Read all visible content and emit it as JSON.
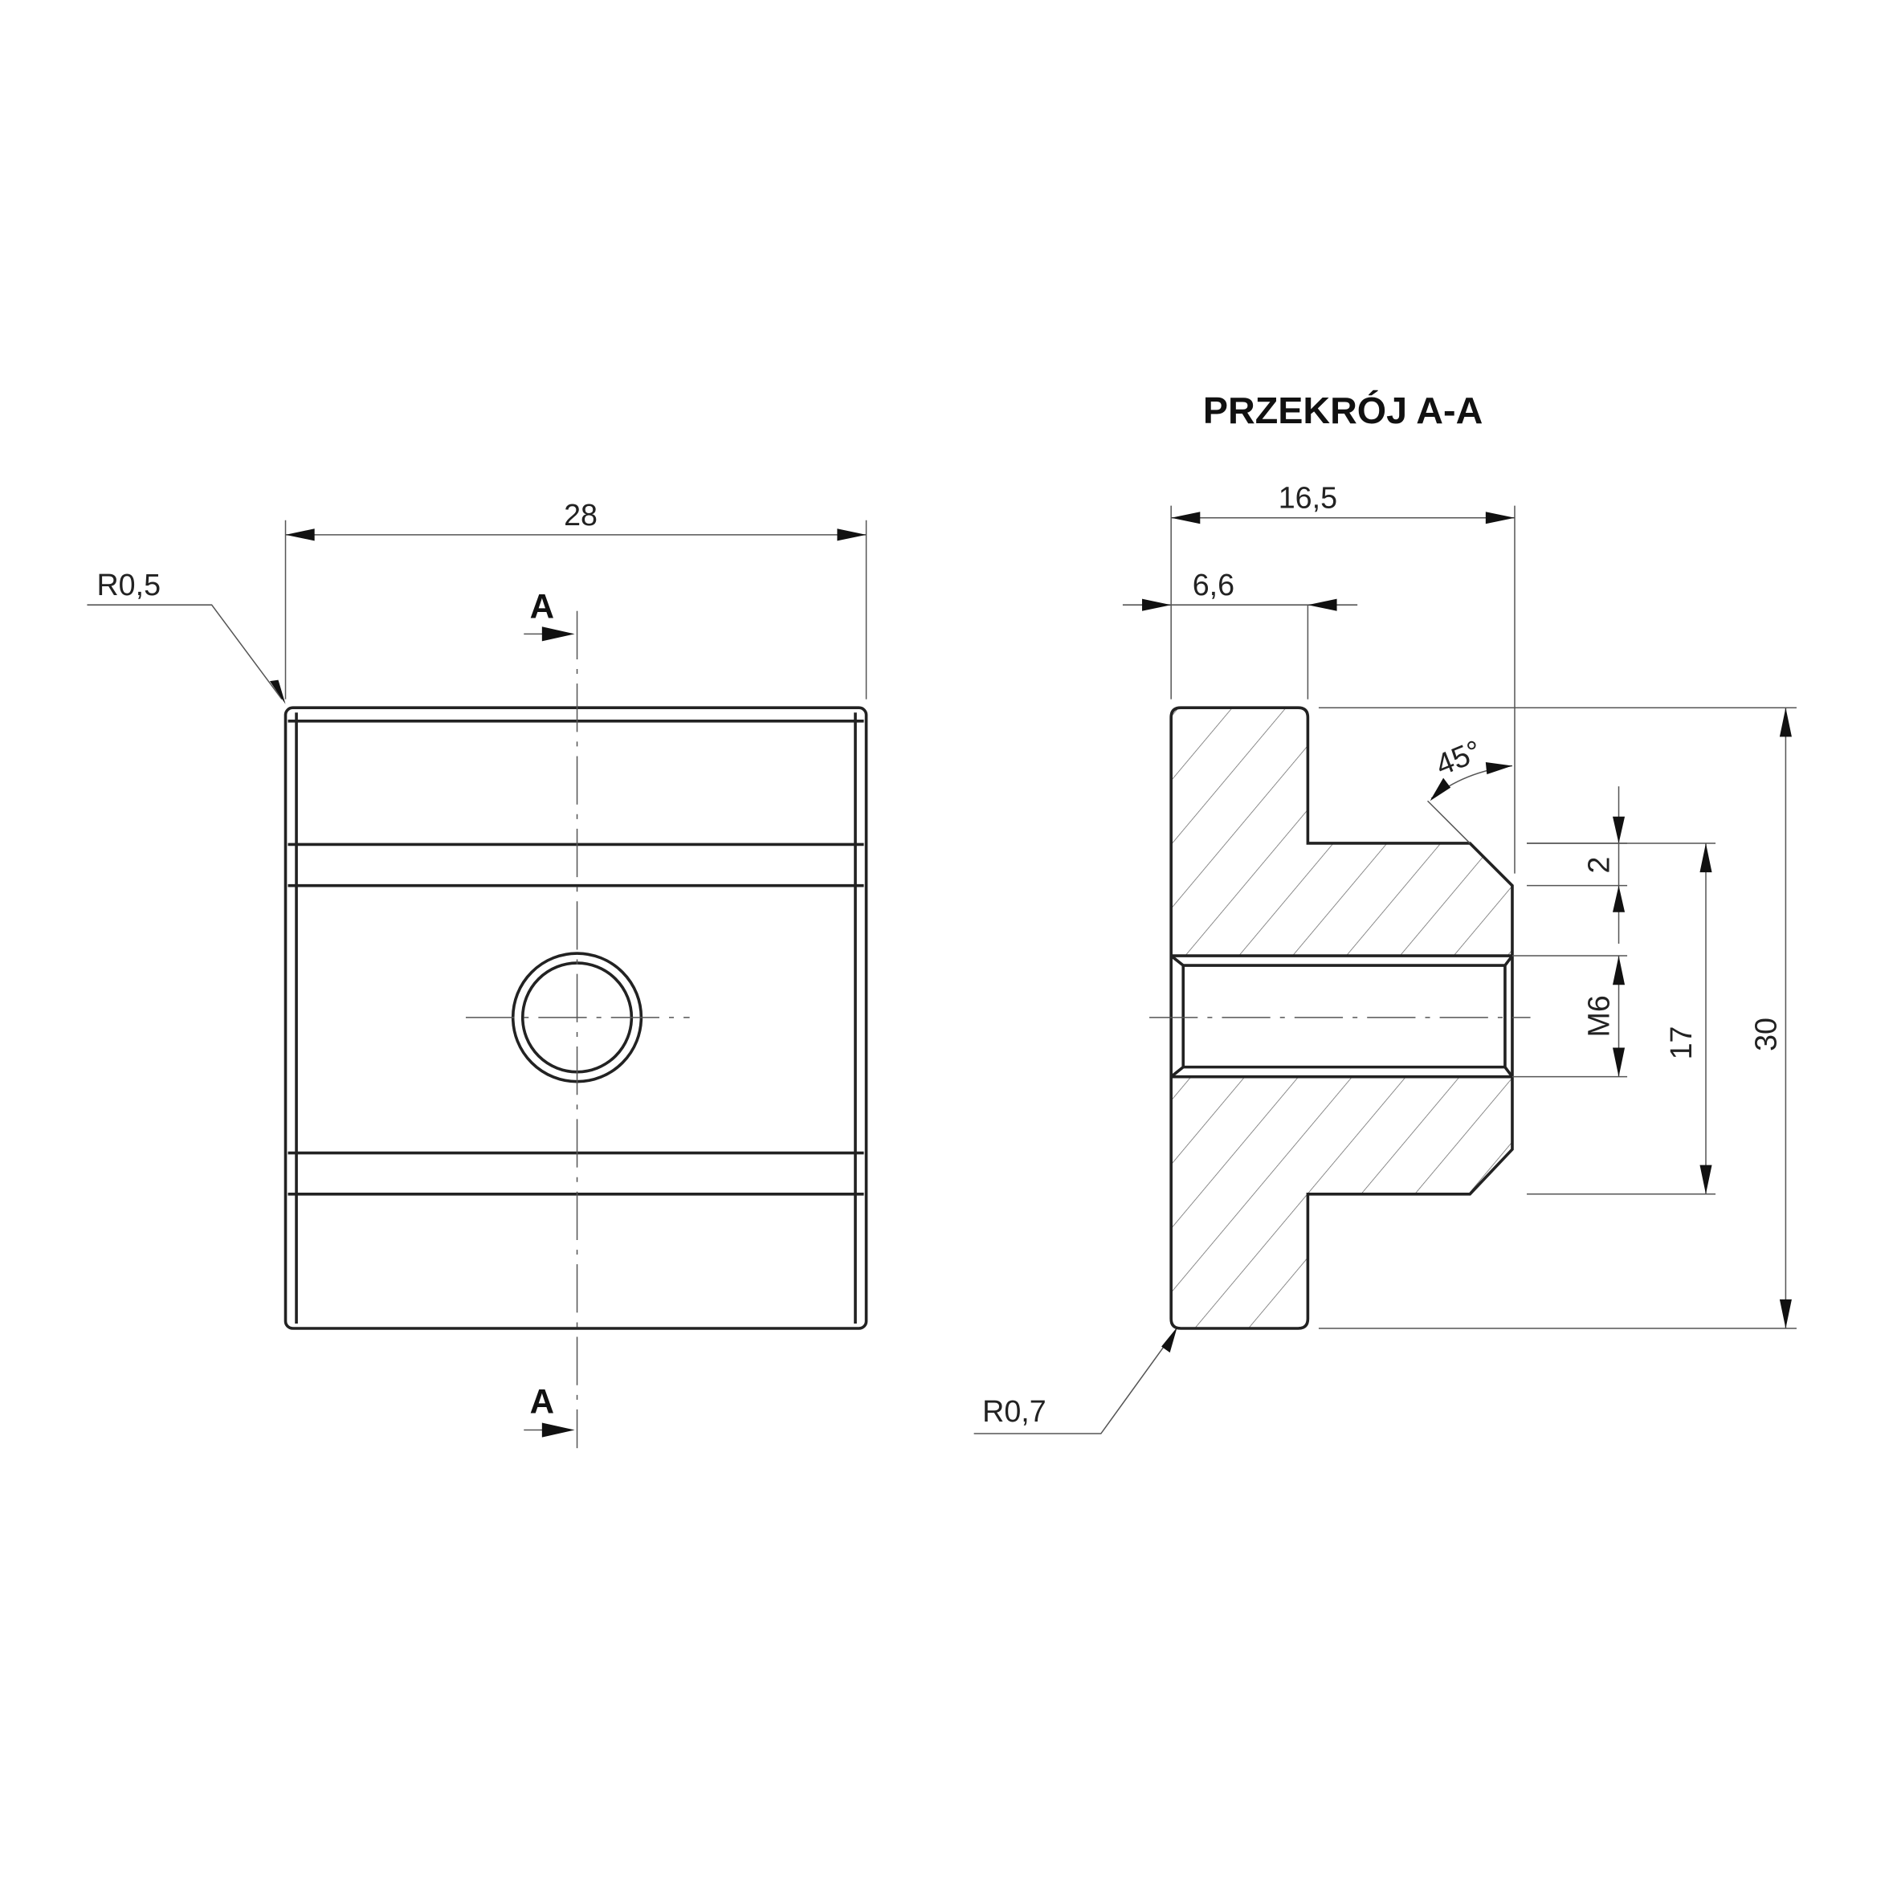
{
  "section_title": "PRZEKRÓJ A-A",
  "front_view": {
    "width_dim": "28",
    "radius_note": "R0,5",
    "section_mark_top": "A",
    "section_mark_bottom": "A"
  },
  "section_view": {
    "width_dim": "16,5",
    "flange_dim": "6,6",
    "chamfer_angle": "45°",
    "chamfer_dim": "2",
    "thread_dim": "M6",
    "neck_height_dim": "17",
    "height_dim": "30",
    "radius_note": "R0,7"
  },
  "colors": {
    "line": "#222222",
    "thin": "#555555",
    "background": "#ffffff"
  }
}
